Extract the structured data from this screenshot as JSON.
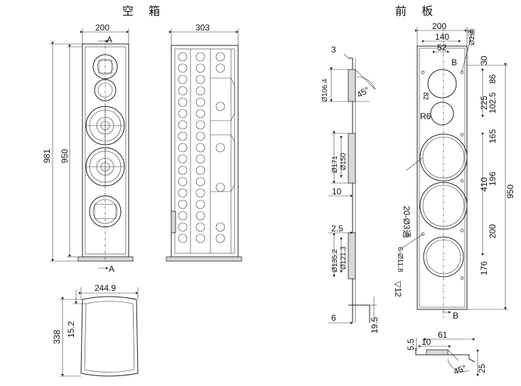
{
  "titles": {
    "cabinet": "空 箱",
    "front_panel": "前 板"
  },
  "cabinet_front": {
    "width": "200",
    "total_height": "981",
    "inner_height": "950",
    "section_mark_top": "A",
    "section_mark_bottom": "A"
  },
  "cabinet_side": {
    "depth": "303"
  },
  "cabinet_top": {
    "width": "244.9",
    "depth": "338",
    "offset": "15.2"
  },
  "section_view": {
    "thickness": "3",
    "hole1": "Ø106.4",
    "angle": "45°",
    "hole2_a": "Ø150",
    "hole2_b": "Ø171",
    "gap": "10",
    "recess": "2.5",
    "hole3_a": "Ø121.3",
    "hole3_b": "Ø135.2",
    "bottom_w": "6",
    "bottom_h": "19.5"
  },
  "front_panel": {
    "width": "200",
    "w140": "140",
    "w52": "52",
    "hole_top": "Ø2通",
    "mark_b_top": "B",
    "mark_b_bottom": "B",
    "d30": "30",
    "d86": "86",
    "d82": "82",
    "d1025": "102.5",
    "d225": "225",
    "r6": "R6",
    "d165": "165",
    "holes_20": "20-Ø3通",
    "d196": "196",
    "d410": "410",
    "d950": "950",
    "d200": "200",
    "d176": "176",
    "holes_6": "6-Ø11.8",
    "depth12": "▽12"
  },
  "detail_b": {
    "d55": "5.5",
    "d10": "10",
    "d61": "61",
    "angle": "45°",
    "d25": "25"
  }
}
